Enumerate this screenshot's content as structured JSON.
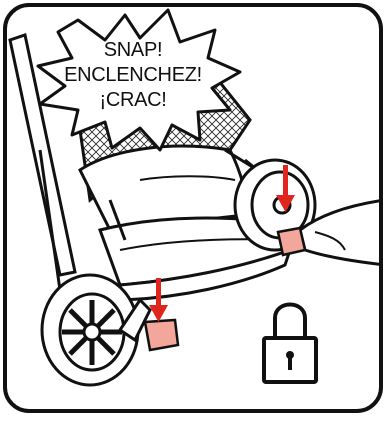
{
  "burst": {
    "lines": [
      "SNAP!",
      "ENCLENCHEZ!",
      "¡CRAC!"
    ]
  },
  "icons": {
    "lock": "padlock-locked-icon",
    "arrows": "arrow-down-icon"
  },
  "colors": {
    "accent_arrow": "#e0261c",
    "brake_pedal": "#f2a79a",
    "outline": "#111111",
    "background": "#ffffff"
  }
}
